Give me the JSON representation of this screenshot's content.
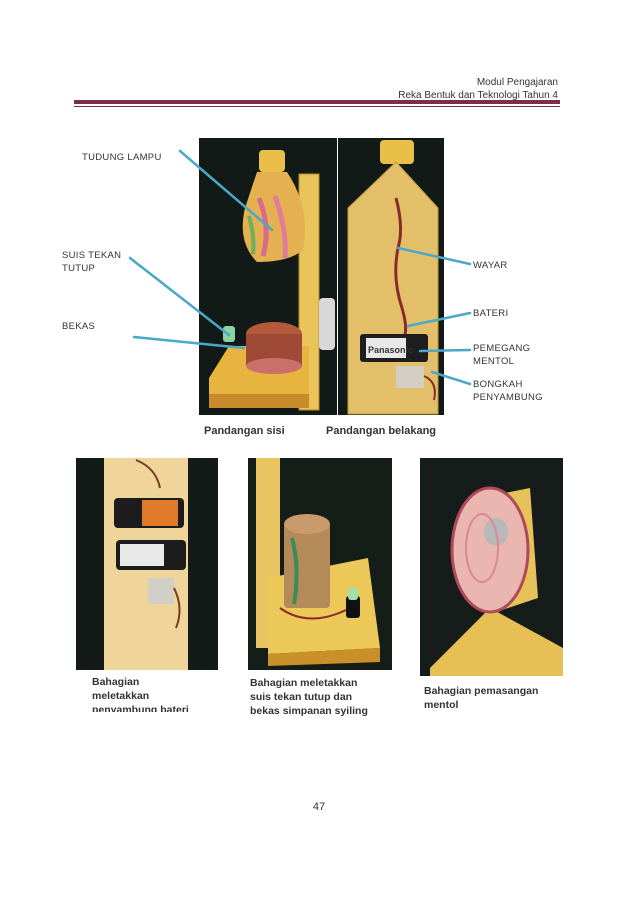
{
  "header": {
    "line1": "Modul Pengajaran",
    "line2": "Reka Bentuk dan Teknologi Tahun 4"
  },
  "labels": {
    "tudung_lampu": "TUDUNG LAMPU",
    "suis_line1": "SUIS TEKAN",
    "suis_line2": "TUTUP",
    "bekas": "BEKAS",
    "wayar": "WAYAR",
    "bateri": "BATERI",
    "pemegang_line1": "PEMEGANG",
    "pemegang_line2": "MENTOL",
    "bongkah_line1": "BONGKAH",
    "bongkah_line2": "PENYAMBUNG"
  },
  "top_captions": {
    "side": "Pandangan sisi",
    "back": "Pandangan belakang"
  },
  "bottom_captions": {
    "c1_l1": "Bahagian",
    "c1_l2": "meletakkan",
    "c1_l3": "penyambung bateri",
    "c2_l1": "Bahagian meletakkan",
    "c2_l2": "suis tekan tutup dan",
    "c2_l3": "bekas simpanan syiling",
    "c3_l1": "Bahagian pemasangan",
    "c3_l2": "mentol"
  },
  "battery_brand": "Panasonic",
  "page_number": "47",
  "colors": {
    "header_rule": "#7a2e4a",
    "pointer_line": "#4aa8c8",
    "photo_bg": "#111a16",
    "wood": "#e8c45a"
  }
}
